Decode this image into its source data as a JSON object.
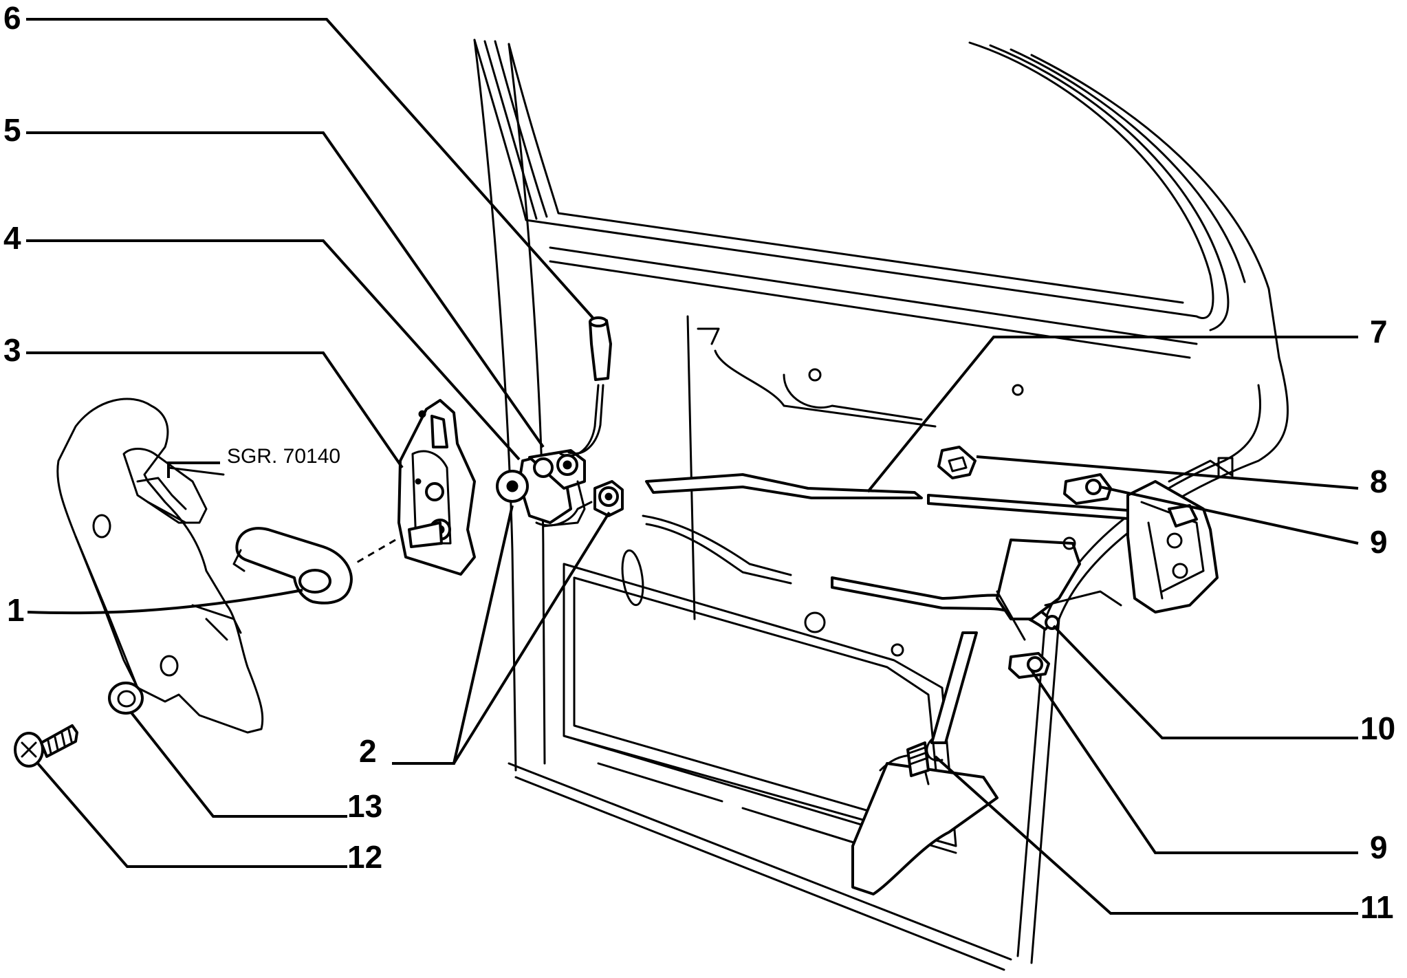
{
  "reference": "SGR. 70140",
  "callouts": {
    "c1": "1",
    "c2": "2",
    "c3": "3",
    "c4": "4",
    "c5": "5",
    "c6": "6",
    "c7": "7",
    "c8": "8",
    "c9a": "9",
    "c9b": "9",
    "c10": "10",
    "c11": "11",
    "c12": "12",
    "c13": "13"
  }
}
